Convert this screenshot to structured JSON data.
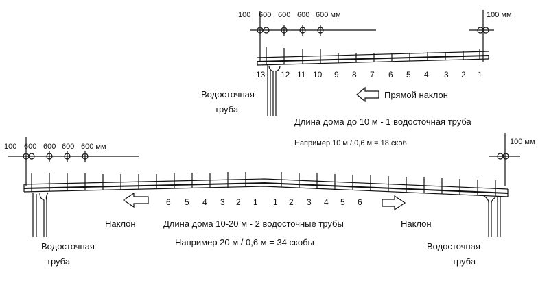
{
  "top": {
    "dims_left": [
      "100",
      "600",
      "600",
      "600",
      "600 мм"
    ],
    "dim_right": "100 мм",
    "bracket_numbers": [
      "13",
      "12",
      "11",
      "10",
      "9",
      "8",
      "7",
      "6",
      "5",
      "4",
      "3",
      "2",
      "1"
    ],
    "pipe_label": [
      "Водосточная",
      "труба"
    ],
    "slope_label": "Прямой наклон",
    "length_caption": "Длина дома до 10 м - 1 водосточная труба",
    "example_caption": "Например 10 м / 0,6 м = 18 скоб"
  },
  "bottom": {
    "dims_left": [
      "100",
      "600",
      "600",
      "600",
      "600 мм"
    ],
    "dim_right": "100 мм",
    "numbers_left": [
      "6",
      "5",
      "4",
      "3",
      "2",
      "1"
    ],
    "numbers_right": [
      "1",
      "2",
      "3",
      "4",
      "5",
      "6"
    ],
    "slope_left": "Наклон",
    "slope_right": "Наклон",
    "pipe_left_label": [
      "Водосточная",
      "труба"
    ],
    "pipe_right_label": [
      "Водосточная",
      "труба"
    ],
    "length_caption": "Длина дома 10-20 м - 2 водосточные трубы",
    "example_caption": "Например 20 м / 0,6 м = 34 скобы"
  }
}
